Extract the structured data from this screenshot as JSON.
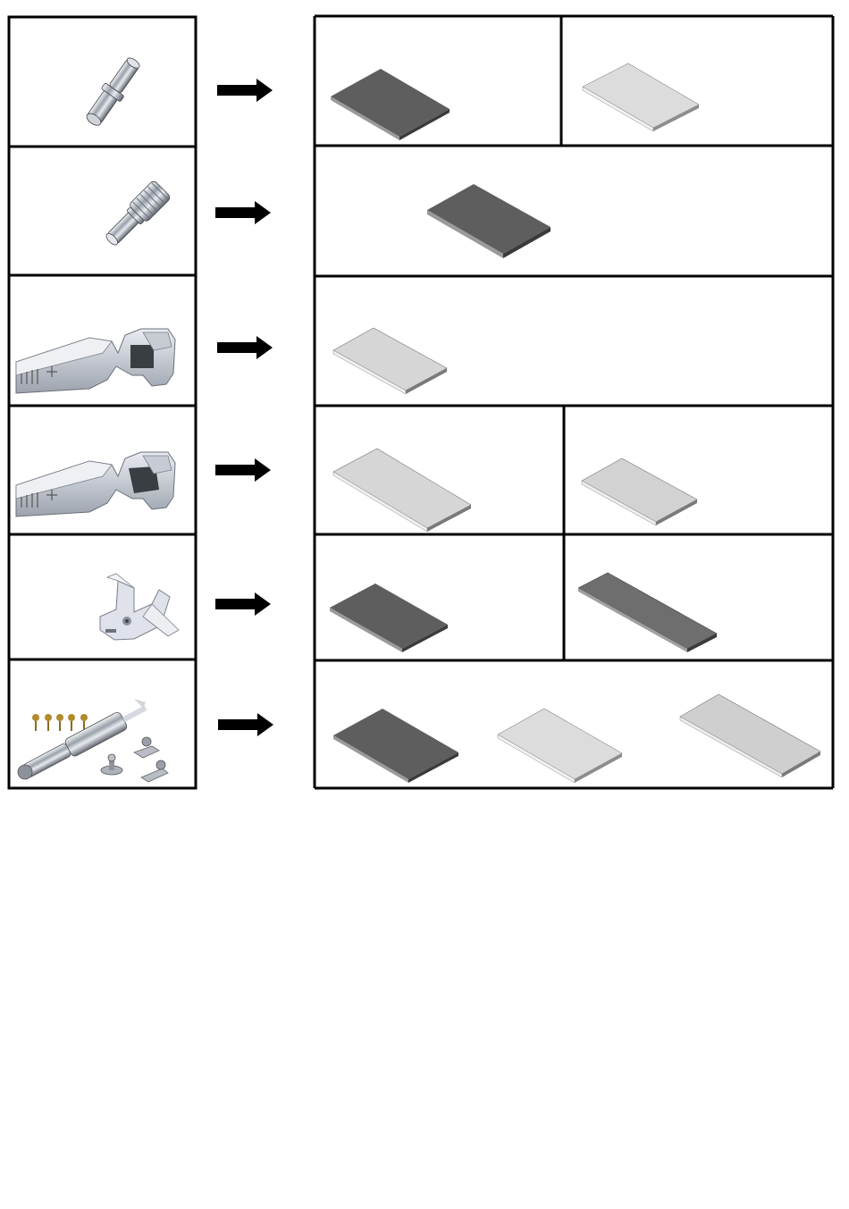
{
  "rows": [
    {
      "hardware": "shelf-support-pin-with-collar",
      "panels": [
        "panel-dark",
        "panel-light"
      ]
    },
    {
      "hardware": "shelf-support-pin-knurled",
      "panels": [
        "panel-dark"
      ]
    },
    {
      "hardware": "concealed-hinge",
      "panels": [
        "panel-light-small"
      ]
    },
    {
      "hardware": "concealed-hinge",
      "panels": [
        "panel-light-long",
        "panel-light"
      ]
    },
    {
      "hardware": "angle-bracket",
      "panels": [
        "panel-dark",
        "panel-dark-long"
      ]
    },
    {
      "hardware": "gas-strut-kit-with-screws",
      "panels": [
        "panel-dark",
        "panel-light",
        "panel-light-long"
      ]
    }
  ],
  "colors": {
    "frame": "#000000",
    "panel_dark_top": "#5e5e5e",
    "panel_light_top": "#dcdcdc",
    "panel_edge": "#3a3a3a",
    "metal": "#b8bcc4"
  },
  "icons": [
    "arrow-right-icon"
  ]
}
